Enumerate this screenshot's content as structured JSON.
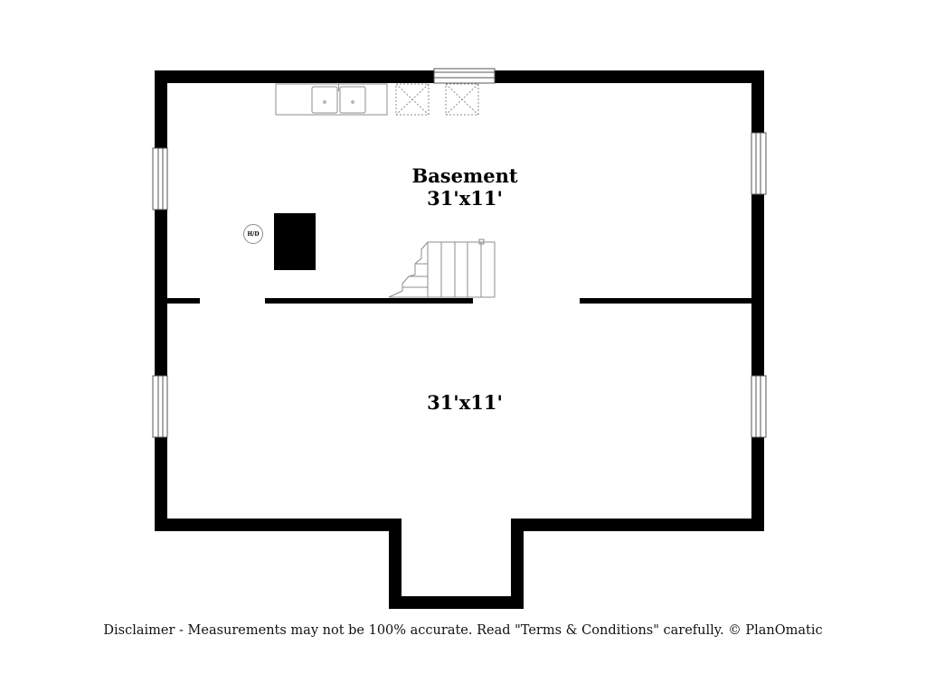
{
  "rooms": {
    "upper_name": "Basement",
    "upper_dimensions": "31'x11'",
    "lower_dimensions": "31'x11'"
  },
  "fixtures": {
    "hd_label": "H/D"
  },
  "footer": {
    "disclaimer": "Disclaimer - Measurements may not be 100% accurate. Read \"Terms & Conditions\" carefully. © PlanOmatic"
  },
  "colors": {
    "wall": "#000000",
    "fixture_line": "#8c8c8c",
    "background": "#ffffff"
  }
}
